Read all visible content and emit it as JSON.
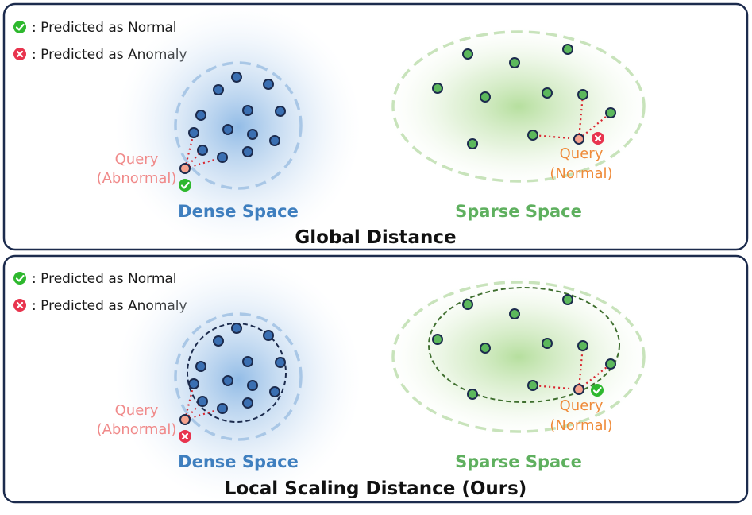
{
  "legend": {
    "normal": ": Predicted as Normal",
    "anomaly": ": Predicted as Anomaly"
  },
  "labels": {
    "query_word": "Query",
    "abnormal": "(Abnormal)",
    "normal": "(Normal)",
    "dense_space": "Dense Space",
    "sparse_space": "Sparse Space"
  },
  "panels": [
    {
      "title": "Global Distance",
      "dense_query_result": "normal",
      "sparse_query_result": "anomaly"
    },
    {
      "title": "Local Scaling Distance (Ours)",
      "dense_query_result": "anomaly",
      "sparse_query_result": "normal"
    }
  ],
  "colors": {
    "panel_border": "#1c2b4d",
    "dense_points": "#3a6fb2",
    "dense_halo": "#a9c7e6",
    "sparse_points": "#5cb85c",
    "sparse_halo": "#c8e3bb",
    "local_dense_circle": "#1c2b4d",
    "local_sparse_ellipse": "#3f6f2f",
    "query_fill": "#f5a38e",
    "query_link": "#d9262f",
    "check": "#2eb82e",
    "cross": "#e8344e"
  }
}
